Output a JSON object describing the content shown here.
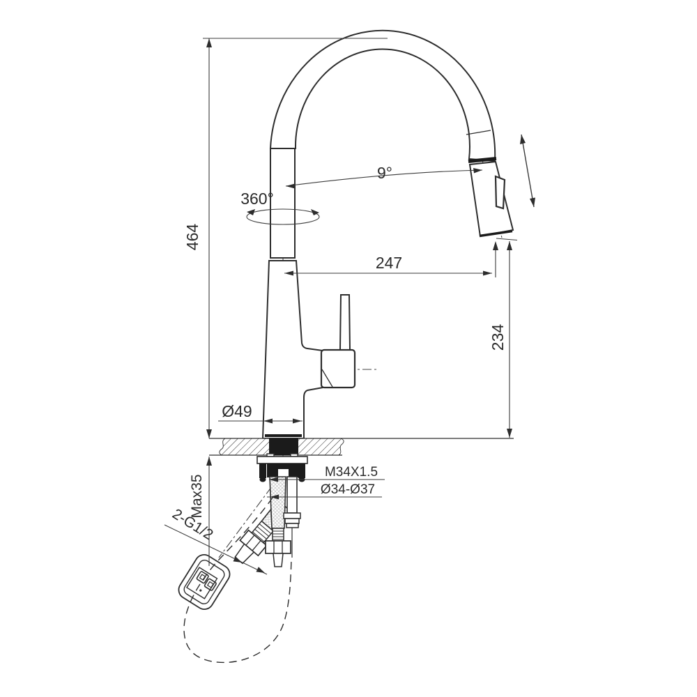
{
  "drawing": {
    "type": "technical-dimension-drawing",
    "subject": "pull-down kitchen faucet installation diagram",
    "line_color": "#2d2d2d",
    "background": "#ffffff",
    "labels": {
      "total_height": "464",
      "swivel_range": "360°",
      "spray_angle": "9°",
      "spout_reach": "247",
      "outlet_height": "234",
      "base_diameter": "Ø49",
      "mounting_thread": "M34X1.5",
      "hole_diameter": "Ø34-Ø37",
      "max_counter_thickness": "Max35",
      "supply_connection": "2-G1/2"
    }
  }
}
